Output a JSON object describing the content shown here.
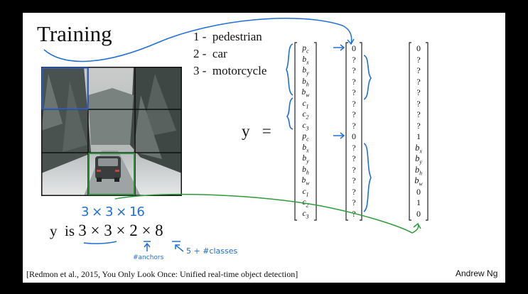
{
  "slide": {
    "title": "Training",
    "classes": [
      "1 -  pedestrian",
      "2 -  car",
      "3 -  motorcycle"
    ],
    "y_equals": "y   =",
    "label_vector": [
      "p",
      "b",
      "b",
      "b",
      "b",
      "c",
      "c",
      "c",
      "p",
      "b",
      "b",
      "b",
      "b",
      "c",
      "c",
      "c"
    ],
    "label_subscripts": [
      "c",
      "x",
      "y",
      "h",
      "w",
      "1",
      "2",
      "3",
      "c",
      "x",
      "y",
      "h",
      "w",
      "1",
      "2",
      "3"
    ],
    "vector_pedestrian_car": [
      "0",
      "?",
      "?",
      "?",
      "?",
      "?",
      "?",
      "?",
      "0",
      "?",
      "?",
      "?",
      "?",
      "?",
      "?",
      "?"
    ],
    "vector_car": [
      "0",
      "?",
      "?",
      "?",
      "?",
      "?",
      "?",
      "?",
      "1",
      "b",
      "b",
      "b",
      "b",
      "0",
      "1",
      "0"
    ],
    "vector_car_subscripts": [
      "",
      "",
      "",
      "",
      "",
      "",
      "",
      "",
      "",
      "x",
      "y",
      "h",
      "w",
      "",
      "",
      ""
    ],
    "y_is_prefix": "y  is ",
    "y_is_expr": "3 × 3 × 2 × 8",
    "handwriting_top": "3 × 3 × 16",
    "handwriting_anchors": "#anchors",
    "handwriting_classes": "5 + #classes",
    "citation": "[Redmon et al., 2015, You Only Look Once: Unified real-time object detection]",
    "author": "Andrew Ng",
    "colors": {
      "annotation_blue": "#1f6fd6",
      "grid_blue": "#2f5fbf",
      "grid_green": "#2e8b3e",
      "annotation_green": "#2e9b3a"
    }
  }
}
